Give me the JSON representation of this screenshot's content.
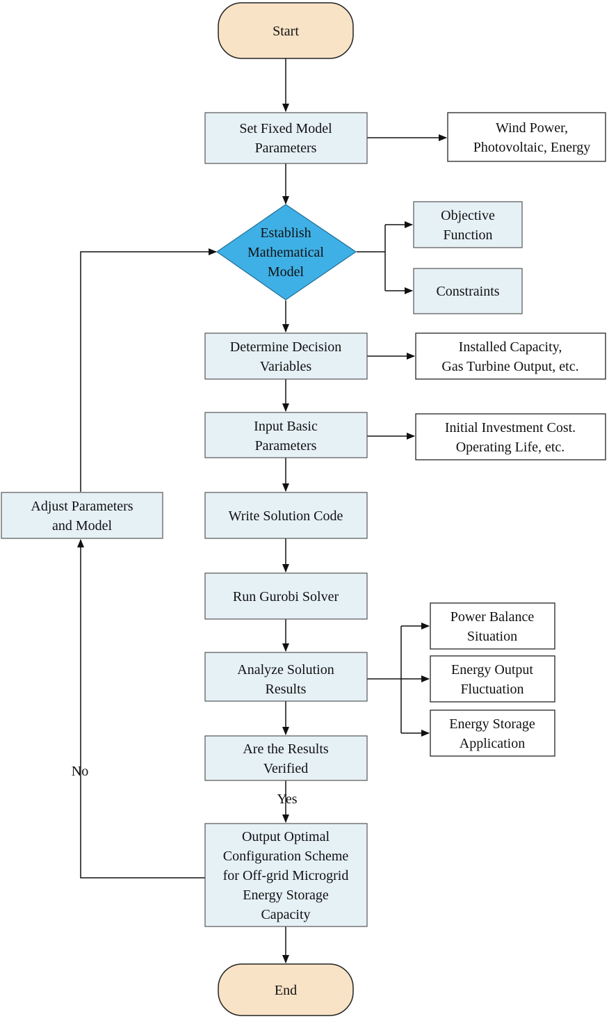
{
  "nodes": {
    "start": "Start",
    "end": "End",
    "set_fixed": [
      "Set Fixed Model",
      "Parameters"
    ],
    "wind_power": [
      "Wind Power,",
      "Photovoltaic, Energy"
    ],
    "establish": [
      "Establish",
      "Mathematical",
      "Model"
    ],
    "objective": [
      "Objective",
      "Function"
    ],
    "constraints": [
      "Constraints"
    ],
    "decision": [
      "Determine Decision",
      "Variables"
    ],
    "installed": [
      "Installed Capacity,",
      "Gas Turbine Output, etc."
    ],
    "input_basic": [
      "Input Basic",
      "Parameters"
    ],
    "investment": [
      "Initial Investment Cost.",
      "Operating Life, etc."
    ],
    "write_code": [
      "Write Solution Code"
    ],
    "run_gurobi": [
      "Run Gurobi Solver"
    ],
    "power_balance": [
      "Power Balance",
      "Situation"
    ],
    "analyze": [
      "Analyze Solution",
      "Results"
    ],
    "energy_output": [
      "Energy Output",
      "Fluctuation"
    ],
    "energy_storage": [
      "Energy Storage",
      "Application"
    ],
    "verified": [
      "Are the Results",
      "Verified"
    ],
    "output": [
      "Output Optimal",
      "Configuration Scheme",
      "for Off-grid Microgrid",
      "Energy Storage",
      "Capacity"
    ],
    "adjust": [
      "Adjust Parameters",
      "and Model"
    ]
  },
  "edge_labels": {
    "yes": "Yes",
    "no": "No"
  }
}
